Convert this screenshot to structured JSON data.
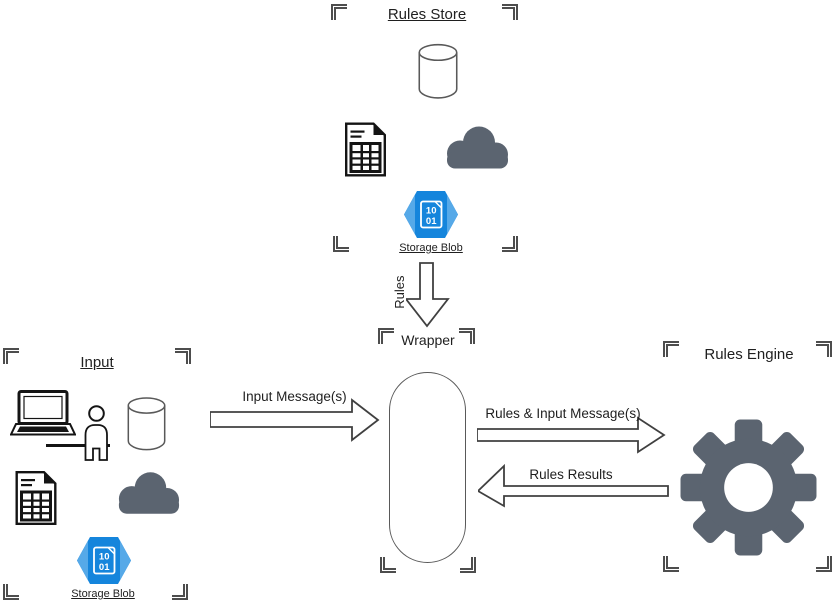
{
  "titles": {
    "rules_store": "Rules Store",
    "input": "Input",
    "wrapper": "Wrapper",
    "rules_engine": "Rules Engine"
  },
  "labels": {
    "storage_blob_top": "Storage Blob",
    "storage_blob_input": "Storage Blob",
    "rules_vertical": "Rules",
    "input_messages": "Input Message(s)",
    "rules_and_input_messages": "Rules & Input Message(s)",
    "rules_results": "Rules Results"
  },
  "blob_icon": {
    "line1": "10",
    "line2": "01"
  },
  "icons": {
    "rules_store_group": [
      "database-cylinder-icon",
      "report-document-icon",
      "cloud-icon",
      "storage-blob-icon"
    ],
    "input_group": [
      "laptop-icon",
      "person-icon",
      "database-cylinder-icon",
      "report-document-icon",
      "cloud-icon",
      "storage-blob-icon"
    ],
    "wrapper_group": [
      "cylinder-shape"
    ],
    "rules_engine_group": [
      "gear-icon"
    ]
  },
  "colors": {
    "icon_gray": "#5b6470",
    "azure_blue": "#1585dc",
    "azure_blue_light": "#56a9e8",
    "shape_outline": "#595959",
    "arrow_outline": "#404040",
    "ink": "#141414"
  }
}
